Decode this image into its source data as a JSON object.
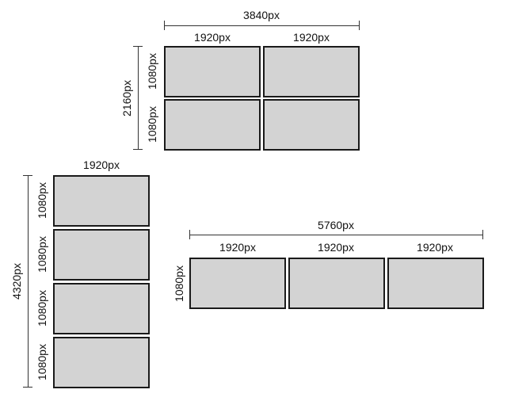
{
  "diagram": {
    "title": "",
    "groups": {
      "grid_2x2": {
        "total_width_label": "3840px",
        "total_height_label": "2160px",
        "column_labels": [
          "1920px",
          "1920px"
        ],
        "row_labels": [
          "1080px",
          "1080px"
        ],
        "screens": 4
      },
      "vertical_stack_4": {
        "total_height_label": "4320px",
        "column_labels": [
          "1920px"
        ],
        "row_labels": [
          "1080px",
          "1080px",
          "1080px",
          "1080px"
        ],
        "screens": 4
      },
      "horizontal_row_3": {
        "total_width_label": "5760px",
        "column_labels": [
          "1920px",
          "1920px",
          "1920px"
        ],
        "row_labels": [
          "1080px"
        ],
        "screens": 3
      }
    },
    "colors": {
      "screen_fill": "#d3d3d3",
      "screen_border": "#1a1a1a",
      "dimension_line": "#333333",
      "text": "#111111"
    }
  }
}
